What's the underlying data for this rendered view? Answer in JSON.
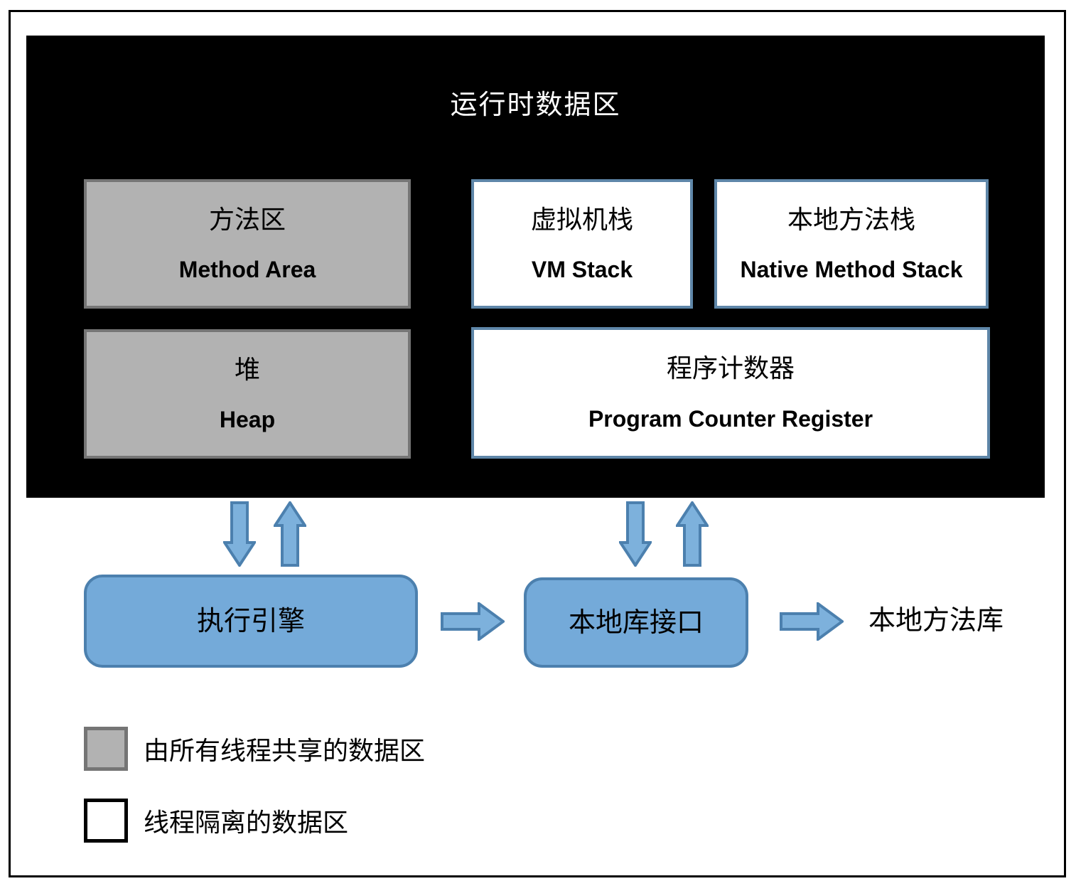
{
  "diagram": {
    "title": "运行时数据区",
    "boxes": [
      {
        "zh": "方法区",
        "en": "Method Area",
        "type": "shared"
      },
      {
        "zh": "堆",
        "en": "Heap",
        "type": "shared"
      },
      {
        "zh": "虚拟机栈",
        "en": "VM Stack",
        "type": "isolated"
      },
      {
        "zh": "本地方法栈",
        "en": "Native Method Stack",
        "type": "isolated"
      },
      {
        "zh": "程序计数器",
        "en": "Program Counter Register",
        "type": "isolated"
      }
    ],
    "nodes": {
      "execution_engine": "执行引擎",
      "native_interface": "本地库接口",
      "native_library": "本地方法库"
    },
    "legend": [
      {
        "label": "由所有线程共享的数据区",
        "swatch": "shared"
      },
      {
        "label": "线程隔离的数据区",
        "swatch": "isolated"
      }
    ],
    "colors": {
      "container_bg": "#000000",
      "shared_fill": "#b2b2b2",
      "shared_border": "#757575",
      "isolated_fill": "#ffffff",
      "isolated_border": "#5e86a8",
      "node_fill": "#74aad9",
      "node_border": "#4c80ae",
      "arrow_fill": "#7db1dc",
      "arrow_border": "#4c80ae"
    }
  }
}
